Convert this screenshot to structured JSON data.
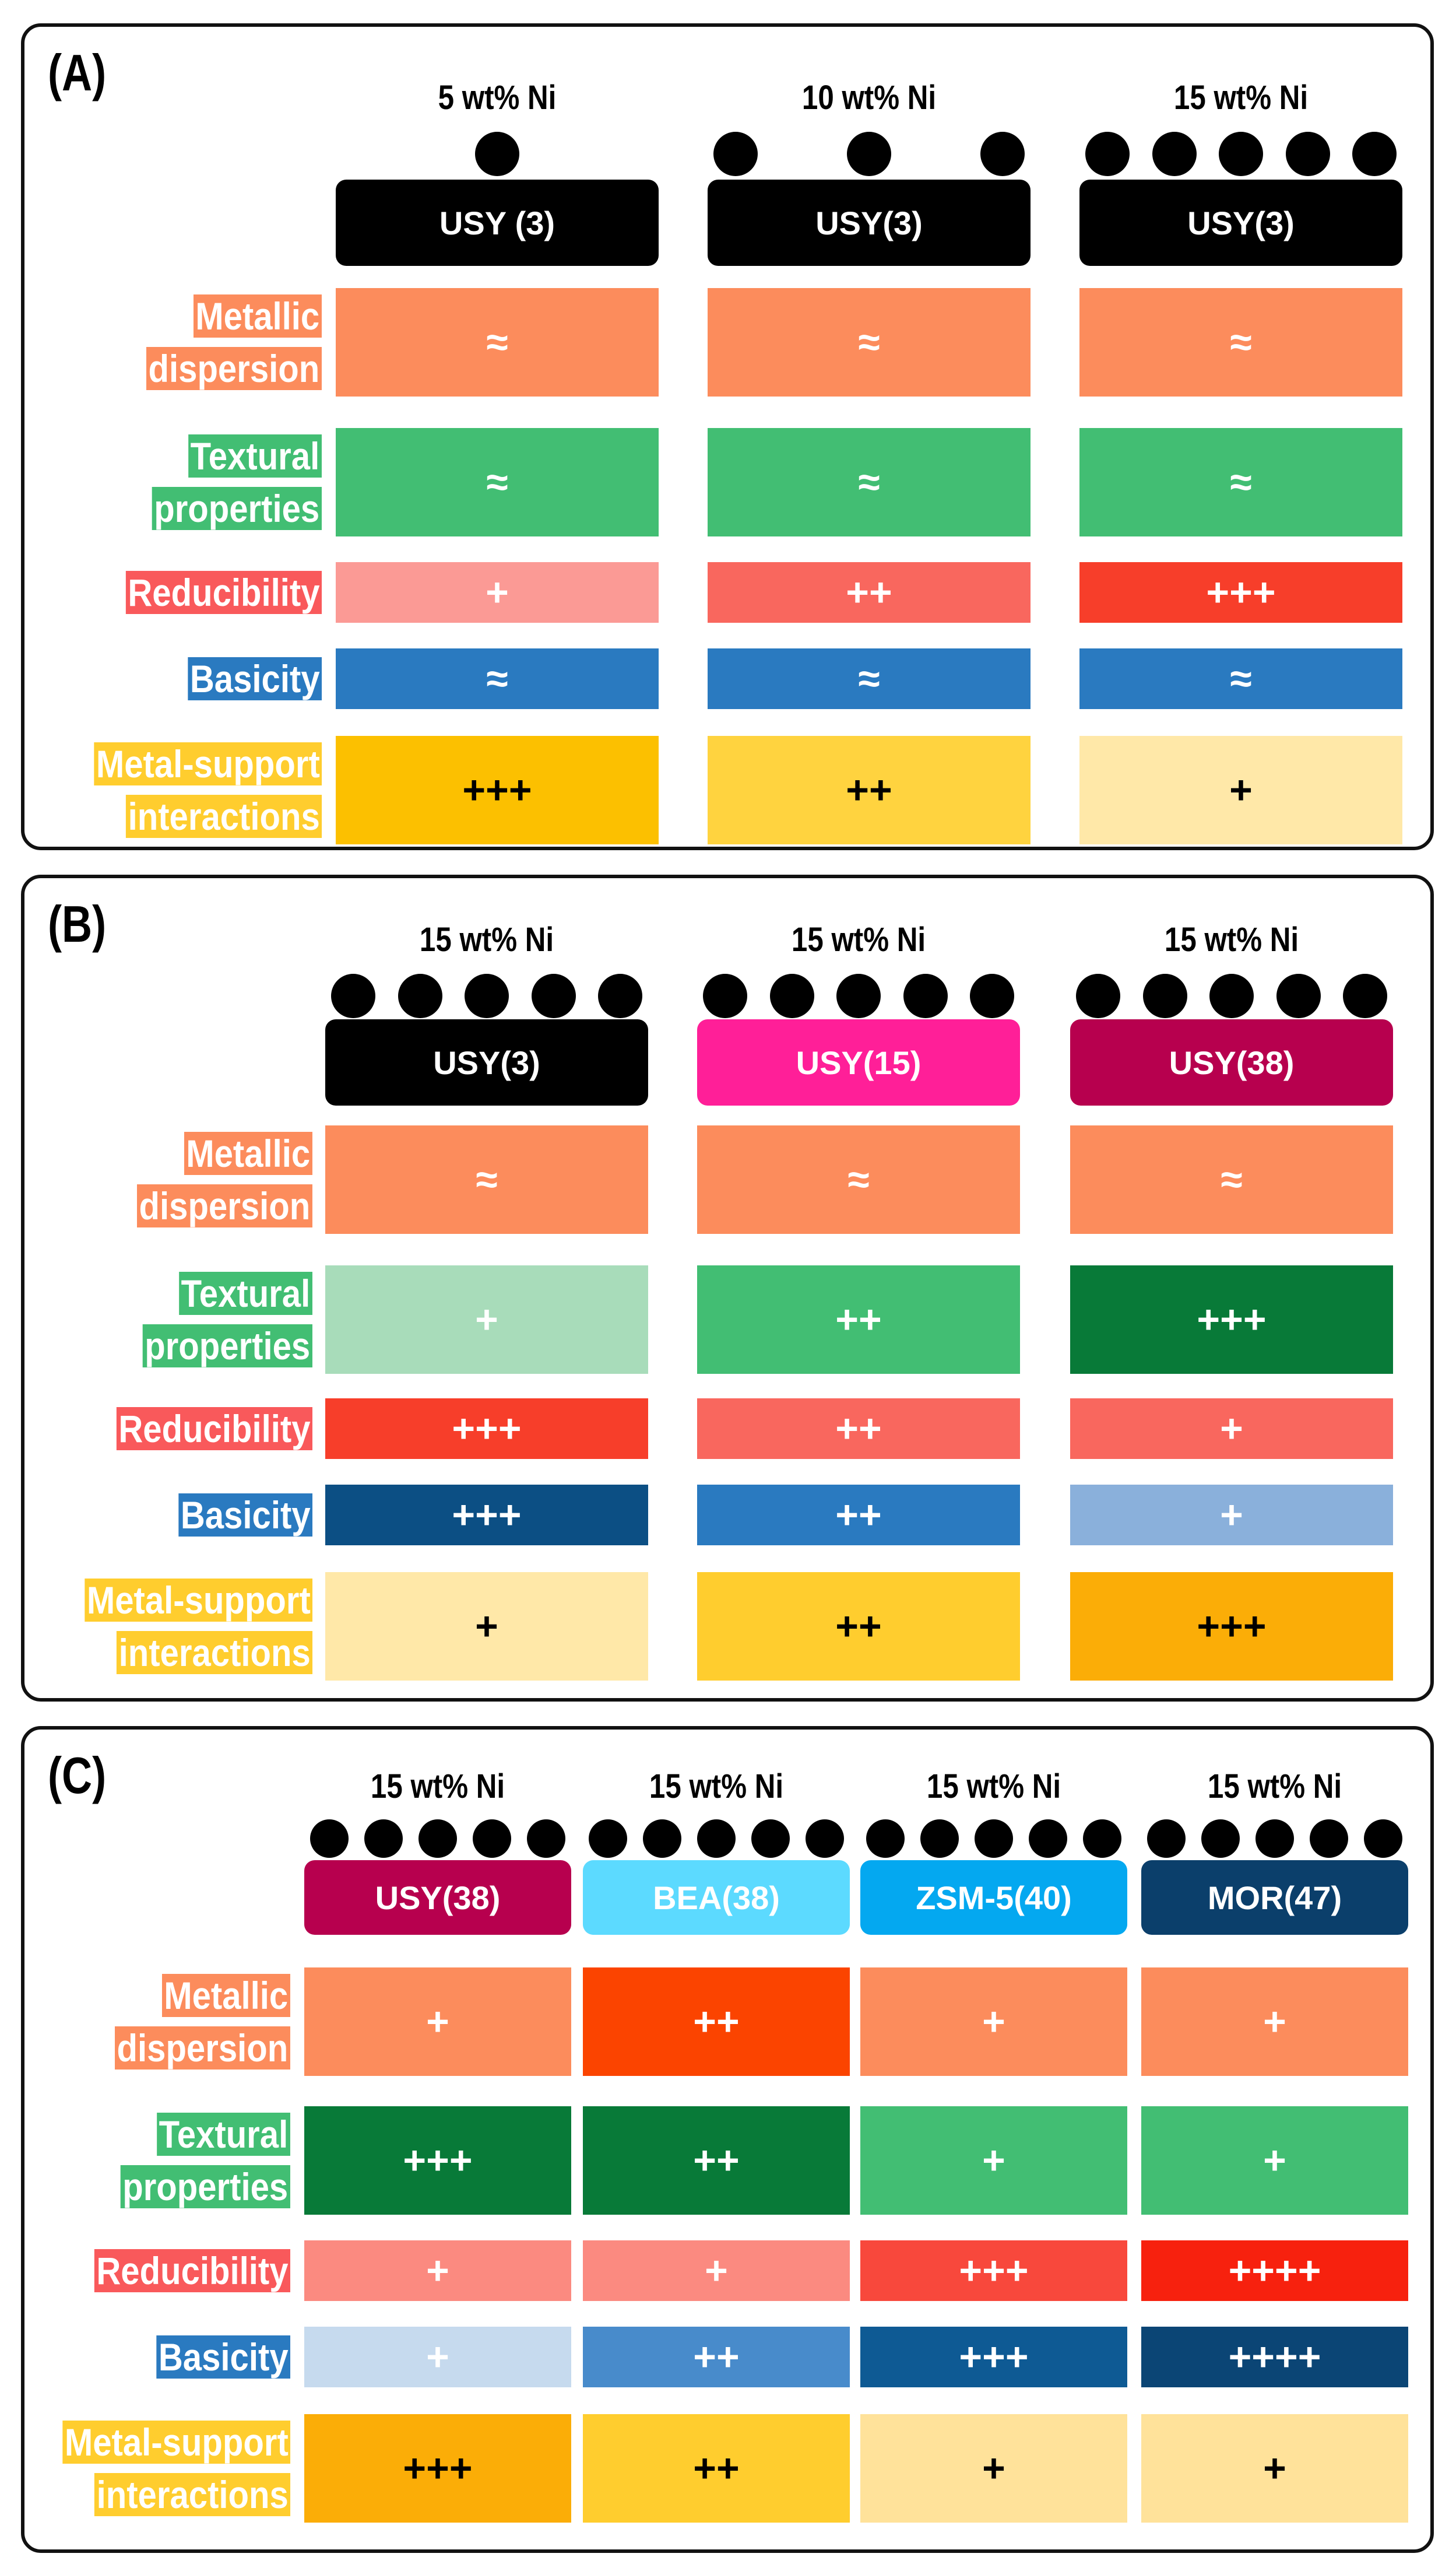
{
  "rows": {
    "metal": [
      "Metallic",
      "dispersion"
    ],
    "text": [
      "Textural",
      "properties"
    ],
    "red": [
      "Reducibility"
    ],
    "bas": [
      "Basicity"
    ],
    "msi": [
      "Metal-support",
      "interactions"
    ]
  },
  "row_colors": {
    "metal": "#FC8C5C",
    "text": "#42BE73",
    "red": "#F9595B",
    "bas": "#2A7AC0",
    "msi": "#FFCD2E"
  },
  "panels": [
    {
      "label": "(A)",
      "columns": [
        {
          "header": "5 wt% Ni",
          "support": "USY (3)",
          "support_color": "#000000",
          "dots": 1,
          "cells": {
            "metal": {
              "t": "≈",
              "c": "#FC8C5C"
            },
            "text": {
              "t": "≈",
              "c": "#42BE73"
            },
            "red": {
              "t": "+",
              "c": "#FB9A95"
            },
            "bas": {
              "t": "≈",
              "c": "#2A7AC0"
            },
            "msi": {
              "t": "+++",
              "c": "#FCC000",
              "dark": true
            }
          }
        },
        {
          "header": "10 wt% Ni",
          "support": "USY(3)",
          "support_color": "#000000",
          "dots": 3,
          "cells": {
            "metal": {
              "t": "≈",
              "c": "#FC8C5C"
            },
            "text": {
              "t": "≈",
              "c": "#42BE73"
            },
            "red": {
              "t": "++",
              "c": "#F9675E"
            },
            "bas": {
              "t": "≈",
              "c": "#2A7AC0"
            },
            "msi": {
              "t": "++",
              "c": "#FFD33F",
              "dark": true
            }
          }
        },
        {
          "header": "15 wt% Ni",
          "support": "USY(3)",
          "support_color": "#000000",
          "dots": 5,
          "cells": {
            "metal": {
              "t": "≈",
              "c": "#FC8C5C"
            },
            "text": {
              "t": "≈",
              "c": "#42BE73"
            },
            "red": {
              "t": "+++",
              "c": "#F73E2A"
            },
            "bas": {
              "t": "≈",
              "c": "#2A7AC0"
            },
            "msi": {
              "t": "+",
              "c": "#FFE8A8",
              "dark": true
            }
          }
        }
      ]
    },
    {
      "label": "(B)",
      "columns": [
        {
          "header": "15 wt% Ni",
          "support": "USY(3)",
          "support_color": "#000000",
          "dots": 5,
          "cells": {
            "metal": {
              "t": "≈",
              "c": "#FC8C5C"
            },
            "text": {
              "t": "+",
              "c": "#A8DCBA"
            },
            "red": {
              "t": "+++",
              "c": "#F73E2A"
            },
            "bas": {
              "t": "+++",
              "c": "#0C4F84"
            },
            "msi": {
              "t": "+",
              "c": "#FFE8A8",
              "dark": true
            }
          }
        },
        {
          "header": "15 wt% Ni",
          "support": "USY(15)",
          "support_color": "#FF1F98",
          "dots": 5,
          "cells": {
            "metal": {
              "t": "≈",
              "c": "#FC8C5C"
            },
            "text": {
              "t": "++",
              "c": "#42BE73"
            },
            "red": {
              "t": "++",
              "c": "#F9675E"
            },
            "bas": {
              "t": "++",
              "c": "#2A7AC0"
            },
            "msi": {
              "t": "++",
              "c": "#FFCD2E",
              "dark": true
            }
          }
        },
        {
          "header": "15 wt% Ni",
          "support": "USY(38)",
          "support_color": "#B7004E",
          "dots": 5,
          "cells": {
            "metal": {
              "t": "≈",
              "c": "#FC8C5C"
            },
            "text": {
              "t": "+++",
              "c": "#087A38"
            },
            "red": {
              "t": "+",
              "c": "#F9675E"
            },
            "bas": {
              "t": "+",
              "c": "#8AB0DB"
            },
            "msi": {
              "t": "+++",
              "c": "#FBAD07",
              "dark": true
            }
          }
        }
      ]
    },
    {
      "label": "(C)",
      "columns": [
        {
          "header": "15 wt% Ni",
          "support": "USY(38)",
          "support_color": "#B7004E",
          "dots": 5,
          "cells": {
            "metal": {
              "t": "+",
              "c": "#FC8C5C"
            },
            "text": {
              "t": "+++",
              "c": "#087A38"
            },
            "red": {
              "t": "+",
              "c": "#FB8A80"
            },
            "bas": {
              "t": "+",
              "c": "#C6DAEE"
            },
            "msi": {
              "t": "+++",
              "c": "#FBAD07",
              "dark": true
            }
          }
        },
        {
          "header": "15 wt% Ni",
          "support": "BEA(38)",
          "support_color": "#5CDAFF",
          "dots": 5,
          "cells": {
            "metal": {
              "t": "++",
              "c": "#FB4400"
            },
            "text": {
              "t": "++",
              "c": "#087A38"
            },
            "red": {
              "t": "+",
              "c": "#FB8A80"
            },
            "bas": {
              "t": "++",
              "c": "#488BCB"
            },
            "msi": {
              "t": "++",
              "c": "#FFCD2E",
              "dark": true
            }
          }
        },
        {
          "header": "15 wt% Ni",
          "support": "ZSM-5(40)",
          "support_color": "#04A8F0",
          "dots": 5,
          "cells": {
            "metal": {
              "t": "+",
              "c": "#FC8C5C"
            },
            "text": {
              "t": "+",
              "c": "#42BE73"
            },
            "red": {
              "t": "+++",
              "c": "#F8483C"
            },
            "bas": {
              "t": "+++",
              "c": "#0E5A94"
            },
            "msi": {
              "t": "+",
              "c": "#FFE29A",
              "dark": true
            }
          }
        },
        {
          "header": "15 wt% Ni",
          "support": "MOR(47)",
          "support_color": "#0B3F6B",
          "dots": 5,
          "cells": {
            "metal": {
              "t": "+",
              "c": "#FC8C5C"
            },
            "text": {
              "t": "+",
              "c": "#42BE73"
            },
            "red": {
              "t": "++++",
              "c": "#F7210E"
            },
            "bas": {
              "t": "++++",
              "c": "#0B4575"
            },
            "msi": {
              "t": "+",
              "c": "#FFE29A",
              "dark": true
            }
          }
        }
      ]
    }
  ]
}
